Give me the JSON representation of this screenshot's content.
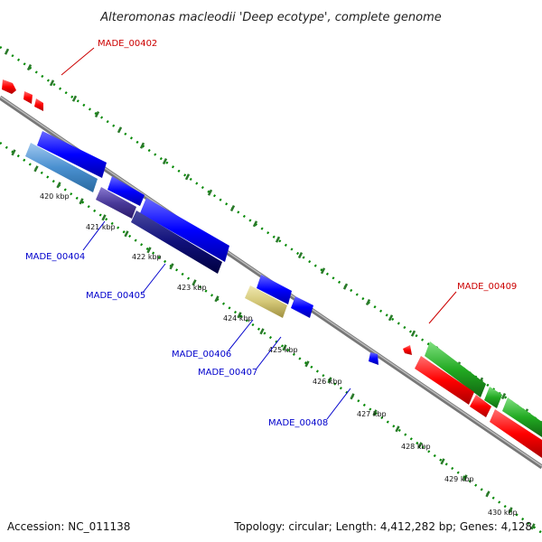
{
  "title": "Alteromonas macleodii 'Deep ecotype', complete genome",
  "footer": {
    "accession": "Accession: NC_011138",
    "summary": "Topology: circular; Length: 4,412,282 bp; Genes: 4,128"
  },
  "ticks": [
    "420 kbp",
    "421 kbp",
    "422 kbp",
    "423 kbp",
    "424 kbp",
    "425 kbp",
    "426 kbp",
    "427 kbp",
    "428 kbp",
    "429 kbp",
    "430 kbp"
  ],
  "labels": {
    "made_00402": "MADE_00402",
    "made_00404": "MADE_00404",
    "made_00405": "MADE_00405",
    "made_00406": "MADE_00406",
    "made_00407": "MADE_00407",
    "made_00408": "MADE_00408",
    "made_00409": "MADE_00409"
  },
  "colors": {
    "forward_label": "#cc0000",
    "reverse_label": "#0000cc",
    "backbone": "#888888",
    "dots": "#008800",
    "tick_marks": "#2a7a2a"
  }
}
